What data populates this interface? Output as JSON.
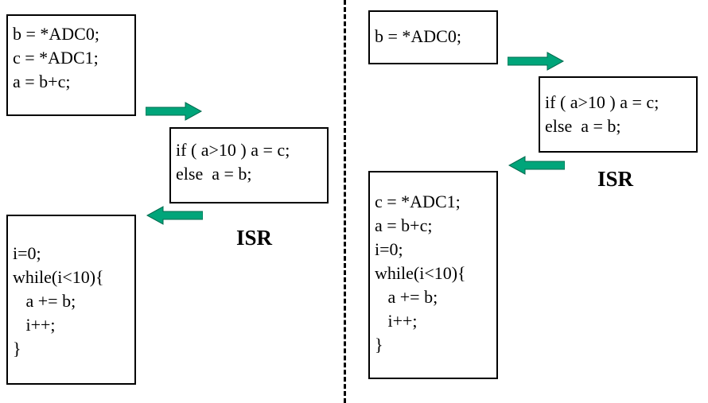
{
  "left": {
    "main_block": [
      "b = *ADC0;",
      "c = *ADC1;",
      "a = b+c;"
    ],
    "isr_block": [
      "if ( a>10 ) a = c;",
      "else  a = b;"
    ],
    "loop_block": [
      "i=0;",
      "while(i<10){",
      "   a += b;",
      "   i++;",
      "}"
    ],
    "isr_label": "ISR"
  },
  "right": {
    "main_block": [
      "b = *ADC0;"
    ],
    "isr_block": [
      "if ( a>10 ) a = c;",
      "else  a = b;"
    ],
    "loop_block": [
      "c = *ADC1;",
      "a = b+c;",
      "i=0;",
      "while(i<10){",
      "   a += b;",
      "   i++;",
      "}"
    ],
    "isr_label": "ISR"
  },
  "colors": {
    "arrow_fill": "#00a57a",
    "arrow_edge": "#006b4f"
  }
}
